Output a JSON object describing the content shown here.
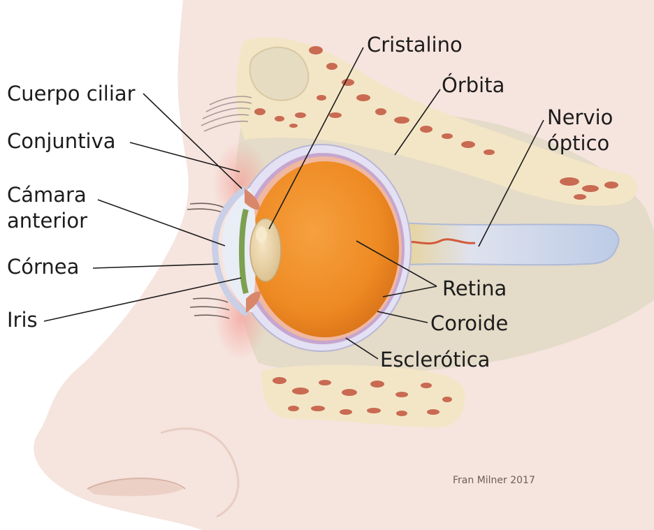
{
  "labels": {
    "cristalino": "Cristalino",
    "orbita": "Órbita",
    "nervio_line1": "Nervio",
    "nervio_line2": "óptico",
    "cuerpo_ciliar": "Cuerpo ciliar",
    "conjuntiva": "Conjuntiva",
    "camara_line1": "Cámara",
    "camara_line2": "anterior",
    "cornea": "Córnea",
    "iris": "Iris",
    "retina": "Retina",
    "coroide": "Coroide",
    "esclerotica": "Esclerótica"
  },
  "credit": "Fran Milner 2017",
  "colors": {
    "skin": "#f6e4de",
    "skin_shade": "#ecd0c6",
    "orbit_cavity": "#e4dbc8",
    "bone": "#f3e6c6",
    "bone_pores": "#c96a52",
    "sclera": "#e3e1f3",
    "vitreous": "#ee8a22",
    "lens": "#ecd4a8",
    "nerve": "#cdd7ec",
    "leader_line": "#1c1c1c"
  }
}
